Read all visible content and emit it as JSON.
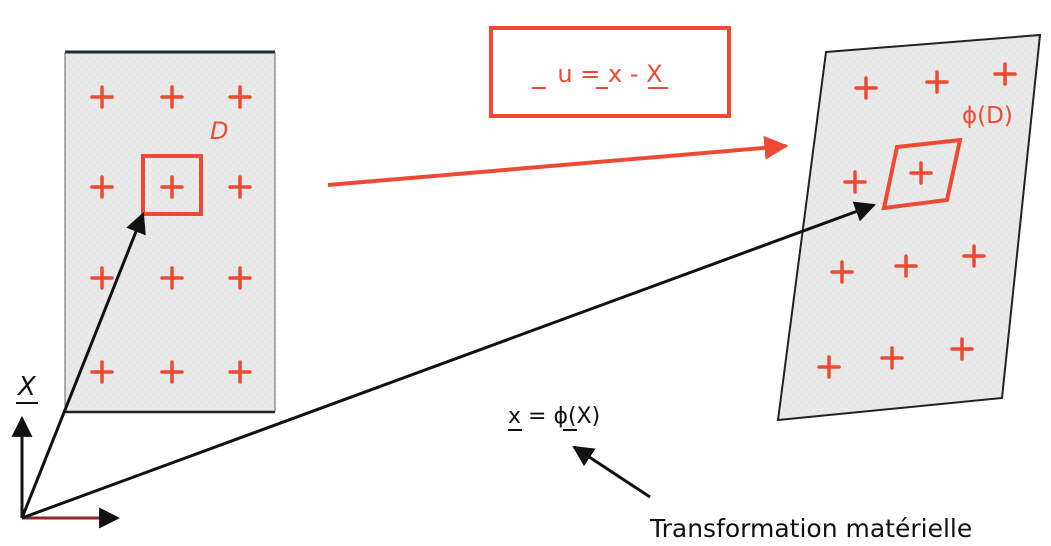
{
  "labels": {
    "domain_initial": "D",
    "domain_deformed": "ϕ(D)",
    "position_initial": "X",
    "displacement_formula": "u = x - X",
    "transformation_formula": "x = ϕ(X)",
    "caption": "Transformation matérielle"
  },
  "colors": {
    "red": "#ee4a33",
    "black": "#111111",
    "panel_fill": "#eaeaea",
    "panel_border": "#222222"
  }
}
